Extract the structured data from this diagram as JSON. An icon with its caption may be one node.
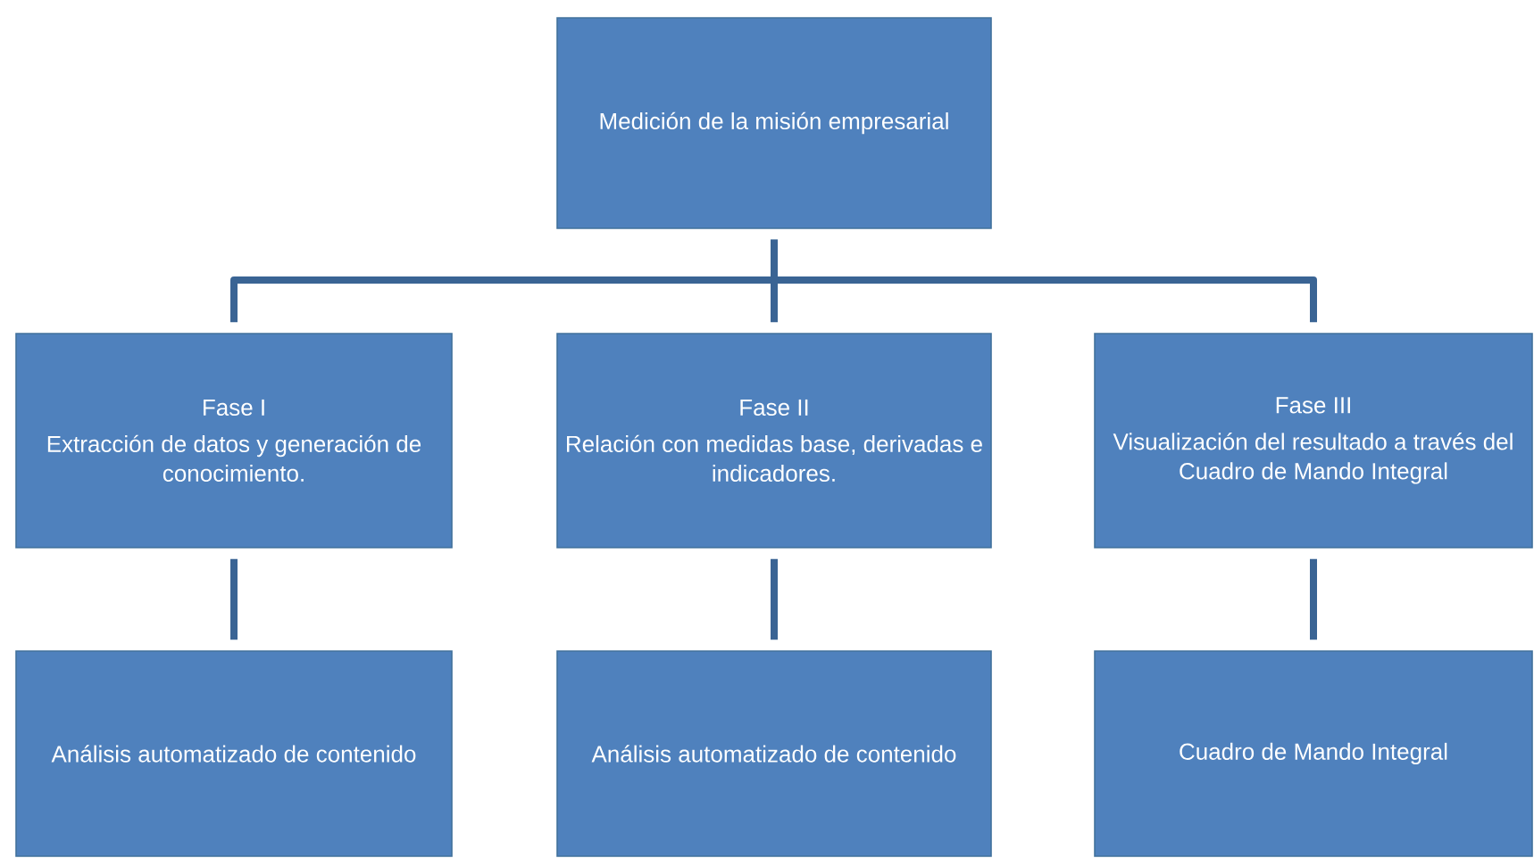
{
  "diagram": {
    "nodes": [
      {
        "text": [
          "Medición de la misión empresarial"
        ]
      },
      {
        "text": [
          "Fase I",
          "Extracción de datos y generación de conocimiento."
        ]
      },
      {
        "text": [
          "Fase II",
          "Relación con medidas base, derivadas e indicadores."
        ]
      },
      {
        "text": [
          "Fase III",
          "Visualización del resultado a través del Cuadro de Mando Integral"
        ]
      },
      {
        "text": [
          "Análisis automatizado de contenido"
        ]
      },
      {
        "text": [
          "Análisis automatizado de contenido"
        ]
      },
      {
        "text": [
          "Cuadro de Mando Integral"
        ]
      }
    ],
    "edges": [
      {
        "from": 0,
        "to": 1,
        "arrow": "none"
      },
      {
        "from": 0,
        "to": 2,
        "arrow": "none"
      },
      {
        "from": 0,
        "to": 3,
        "arrow": "none"
      },
      {
        "from": 1,
        "to": 4,
        "arrow": "none"
      },
      {
        "from": 2,
        "to": 5,
        "arrow": "none"
      },
      {
        "from": 3,
        "to": 6,
        "arrow": "none"
      }
    ]
  }
}
